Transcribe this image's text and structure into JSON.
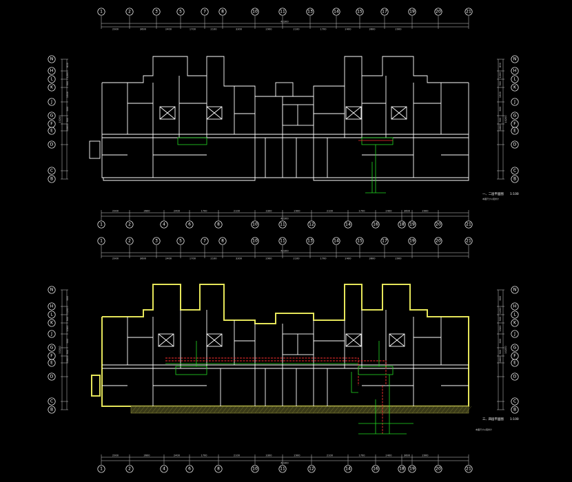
{
  "axes_x": [
    "1",
    "2",
    "3",
    "5",
    "7",
    "8",
    "10",
    "11",
    "13",
    "14",
    "15",
    "17",
    "19",
    "20",
    "21"
  ],
  "axes_x_bottom_top": [
    "1",
    "2",
    "4",
    "6",
    "8",
    "10",
    "11",
    "12",
    "14",
    "16",
    "18",
    "19",
    "20",
    "21"
  ],
  "axes_y": [
    "N",
    "H",
    "L",
    "K",
    "J",
    "G",
    "F",
    "E",
    "D",
    "C",
    "B"
  ],
  "plan_top": {
    "title": "一、二层平面图",
    "scale": "1:100",
    "note": "本图尺寸以毫米计",
    "top_dims": [
      "2900",
      "3600",
      "2400",
      "1700",
      "2100",
      "3300",
      "2900",
      "2100",
      "1700",
      "2400",
      "3600",
      "2900"
    ],
    "overall": "42300",
    "side_dims": [
      "600",
      "1200",
      "900",
      "1500",
      "600",
      "900",
      "1800"
    ],
    "side_total": "10200"
  },
  "plan_bottom": {
    "title": "三、四层平面图",
    "scale": "1:100",
    "note": "本图尺寸以毫米计",
    "top_dims": [
      "2900",
      "3600",
      "2400",
      "1700",
      "2100",
      "3300",
      "2900",
      "2100",
      "1700",
      "2400",
      "3600",
      "2900"
    ],
    "overall": "42300",
    "side_dims": [
      "600",
      "1200",
      "900",
      "1500",
      "600",
      "900",
      "1800"
    ],
    "side_total": "10200"
  },
  "colors": {
    "background": "#000000",
    "wall": "#ffffff",
    "highlight_wall": "#e6e65a",
    "green": "#22dd22",
    "red": "#ff3030",
    "dim": "#cfcfcf",
    "hatch": "#8a8a3a"
  }
}
